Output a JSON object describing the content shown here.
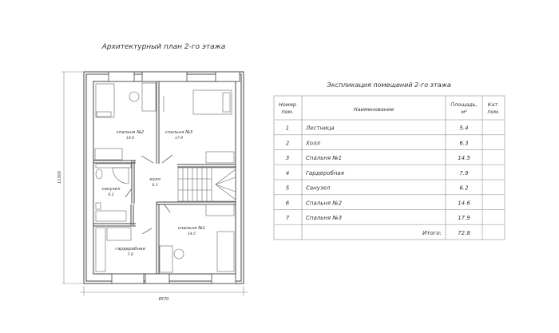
{
  "plan": {
    "title": "Архитектурный план 2-го этажа",
    "dimension_width": "8570",
    "dimension_height": "11300",
    "rooms": [
      {
        "name": "спальня №2",
        "area": "14.6"
      },
      {
        "name": "спальня №3",
        "area": "17.9"
      },
      {
        "name": "холл",
        "area": "6.3"
      },
      {
        "name": "санузел",
        "area": "6.2"
      },
      {
        "name": "спальня №1",
        "area": "14.5"
      },
      {
        "name": "гардеробная",
        "area": "7.9"
      }
    ]
  },
  "table": {
    "title": "Экспликация помещений 2-го этажа",
    "headers": {
      "num_1": "Номер",
      "num_2": "пом.",
      "name": "Наименование",
      "area_1": "Площадь,",
      "area_2": "м²",
      "cat_1": "Кат.",
      "cat_2": "пом."
    },
    "rows": [
      {
        "num": "1",
        "name": "Лестница",
        "area": "5.4"
      },
      {
        "num": "2",
        "name": "Холл",
        "area": "6.3"
      },
      {
        "num": "3",
        "name": "Спальня №1",
        "area": "14.5"
      },
      {
        "num": "4",
        "name": "Гардеробная",
        "area": "7.9"
      },
      {
        "num": "5",
        "name": "Санузел",
        "area": "6.2"
      },
      {
        "num": "6",
        "name": "Спальня №2",
        "area": "14.6"
      },
      {
        "num": "7",
        "name": "Спальня №3",
        "area": "17.9"
      }
    ],
    "total_label": "Итого:",
    "total_value": "72.8"
  }
}
